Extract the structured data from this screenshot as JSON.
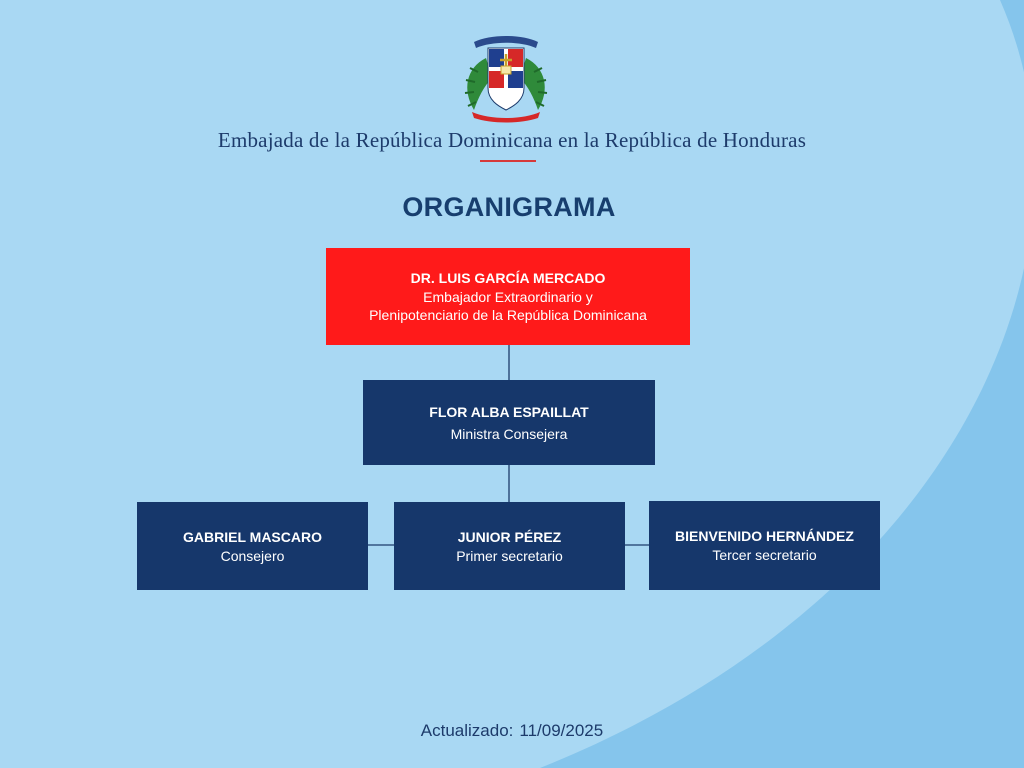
{
  "header": {
    "embassy_name": "Embajada de la República Dominicana en la República de Honduras",
    "title": "ORGANIGRAMA",
    "emblem_icon": "dominican-coat-of-arms"
  },
  "org_chart": {
    "ambassador": {
      "name": "DR. LUIS GARCÍA MERCADO",
      "role_line1": "Embajador Extraordinario y",
      "role_line2": "Plenipotenciario de la República Dominicana"
    },
    "minister": {
      "name": "FLOR ALBA ESPAILLAT",
      "role": "Ministra Consejera"
    },
    "staff": [
      {
        "name": "GABRIEL MASCARO",
        "role": "Consejero"
      },
      {
        "name": "JUNIOR PÉREZ",
        "role": "Primer secretario"
      },
      {
        "name": "BIENVENIDO HERNÁNDEZ",
        "role": "Tercer secretario"
      }
    ]
  },
  "footer": {
    "updated_label": "Actualizado:",
    "updated_date": "11/09/2025"
  },
  "colors": {
    "background": "#a9d8f3",
    "curve": "#85c5ec",
    "accent_red": "#ff1a1a",
    "navy": "#16376b",
    "text_dark": "#1d3b6b"
  }
}
